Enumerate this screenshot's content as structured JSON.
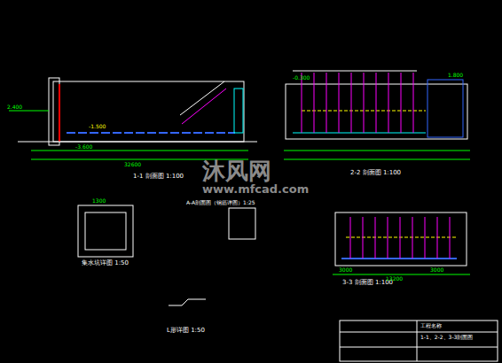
{
  "diagram": {
    "labels": [
      "1-1 剖面图 1:100",
      "2-2 剖面图 1:100",
      "3-3 剖面图 1:100",
      "集水坑详图 1:50",
      "A-A剖面图（钢筋详图）1:25",
      "L形详图 1:50",
      "沐风网",
      "www.mfcad.com",
      "32600",
      "2.400",
      "-1.500",
      "-3.600",
      "1.800",
      "-0.300",
      "13200",
      "1300",
      "3000",
      "3000",
      "1-1、2-2、3-3剖面图",
      "工程名称"
    ]
  }
}
